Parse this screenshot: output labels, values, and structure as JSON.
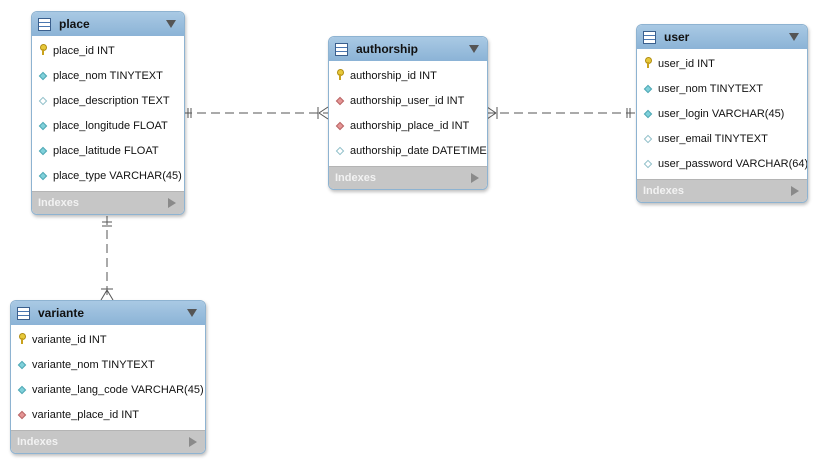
{
  "diagram": {
    "tables": {
      "place": {
        "name": "place",
        "columns": [
          {
            "name": "place_id INT",
            "kind": "primary-key"
          },
          {
            "name": "place_nom TINYTEXT",
            "kind": "not-null"
          },
          {
            "name": "place_description TEXT",
            "kind": "nullable"
          },
          {
            "name": "place_longitude FLOAT",
            "kind": "not-null"
          },
          {
            "name": "place_latitude FLOAT",
            "kind": "not-null"
          },
          {
            "name": "place_type VARCHAR(45)",
            "kind": "not-null"
          }
        ],
        "indexes_label": "Indexes"
      },
      "authorship": {
        "name": "authorship",
        "columns": [
          {
            "name": "authorship_id INT",
            "kind": "primary-key"
          },
          {
            "name": "authorship_user_id INT",
            "kind": "foreign-key"
          },
          {
            "name": "authorship_place_id INT",
            "kind": "foreign-key"
          },
          {
            "name": "authorship_date DATETIME",
            "kind": "nullable"
          }
        ],
        "indexes_label": "Indexes"
      },
      "user": {
        "name": "user",
        "columns": [
          {
            "name": "user_id INT",
            "kind": "primary-key"
          },
          {
            "name": "user_nom TINYTEXT",
            "kind": "not-null"
          },
          {
            "name": "user_login VARCHAR(45)",
            "kind": "not-null"
          },
          {
            "name": "user_email TINYTEXT",
            "kind": "nullable"
          },
          {
            "name": "user_password VARCHAR(64)",
            "kind": "nullable"
          }
        ],
        "indexes_label": "Indexes"
      },
      "variante": {
        "name": "variante",
        "columns": [
          {
            "name": "variante_id INT",
            "kind": "primary-key"
          },
          {
            "name": "variante_nom TINYTEXT",
            "kind": "not-null"
          },
          {
            "name": "variante_lang_code VARCHAR(45)",
            "kind": "not-null"
          },
          {
            "name": "variante_place_id INT",
            "kind": "foreign-key"
          }
        ],
        "indexes_label": "Indexes"
      }
    },
    "relationships": [
      {
        "from": "place",
        "to": "authorship",
        "from_cardinality": "one-mandatory",
        "to_cardinality": "many"
      },
      {
        "from": "user",
        "to": "authorship",
        "from_cardinality": "one-mandatory",
        "to_cardinality": "many"
      },
      {
        "from": "place",
        "to": "variante",
        "from_cardinality": "one-mandatory",
        "to_cardinality": "many"
      }
    ],
    "colors": {
      "header": "#8bb3d6",
      "indexes_bar": "#c6c6c6",
      "primary_key": "#e7c83a",
      "not_null": "#7fd0da",
      "foreign_key": "#e49595",
      "connector": "#555555"
    }
  }
}
